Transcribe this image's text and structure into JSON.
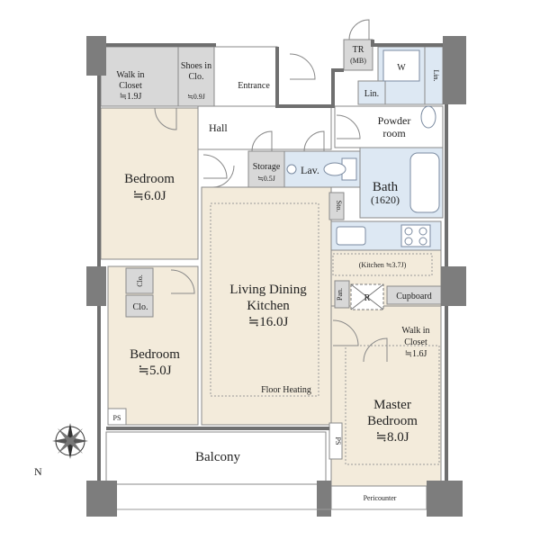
{
  "rooms": {
    "walk_in_closet_1": {
      "name": "Walk in Closet",
      "size": "≒1.9J"
    },
    "shoes_closet": {
      "name": "Shoes in Clo.",
      "size": "≒0.9J"
    },
    "entrance": {
      "name": "Entrance"
    },
    "tr": {
      "name": "TR",
      "sub": "(MB)"
    },
    "washer": {
      "name": "W"
    },
    "lin_1": {
      "name": "Lin."
    },
    "lin_2": {
      "name": "Lin."
    },
    "powder_room": {
      "name": "Powder room"
    },
    "hall": {
      "name": "Hall"
    },
    "storage": {
      "name": "Storage",
      "size": "≒0.5J"
    },
    "lav": {
      "name": "Lav."
    },
    "bath": {
      "name": "Bath",
      "size": "(1620)"
    },
    "bedroom_1": {
      "name": "Bedroom",
      "size": "≒6.0J"
    },
    "sto": {
      "name": "Sto."
    },
    "kitchen": {
      "name": "(Kitchen ≒3.7J)"
    },
    "pan": {
      "name": "Pan."
    },
    "r_mark": {
      "name": "R"
    },
    "cupboard": {
      "name": "Cupboard"
    },
    "ldk": {
      "name": "Living Dining Kitchen",
      "size": "≒16.0J",
      "note": "Floor Heating"
    },
    "clo_1": {
      "name": "Clo."
    },
    "clo_2": {
      "name": "Clo."
    },
    "bedroom_2": {
      "name": "Bedroom",
      "size": "≒5.0J"
    },
    "walk_in_closet_2": {
      "name": "Walk in Closet",
      "size": "≒1.6J"
    },
    "master_bedroom": {
      "name": "Master Bedroom",
      "size": "≒8.0J"
    },
    "ps_1": {
      "name": "PS"
    },
    "ps_2": {
      "name": "PS"
    },
    "balcony": {
      "name": "Balcony"
    },
    "pericounter": {
      "name": "Pericounter"
    }
  },
  "compass": {
    "north": "N"
  },
  "colors": {
    "wall": "#7d7d7d",
    "room_beige": "#f3ebdb",
    "room_grey": "#d8d8d8",
    "room_blue": "#dde8f3"
  }
}
